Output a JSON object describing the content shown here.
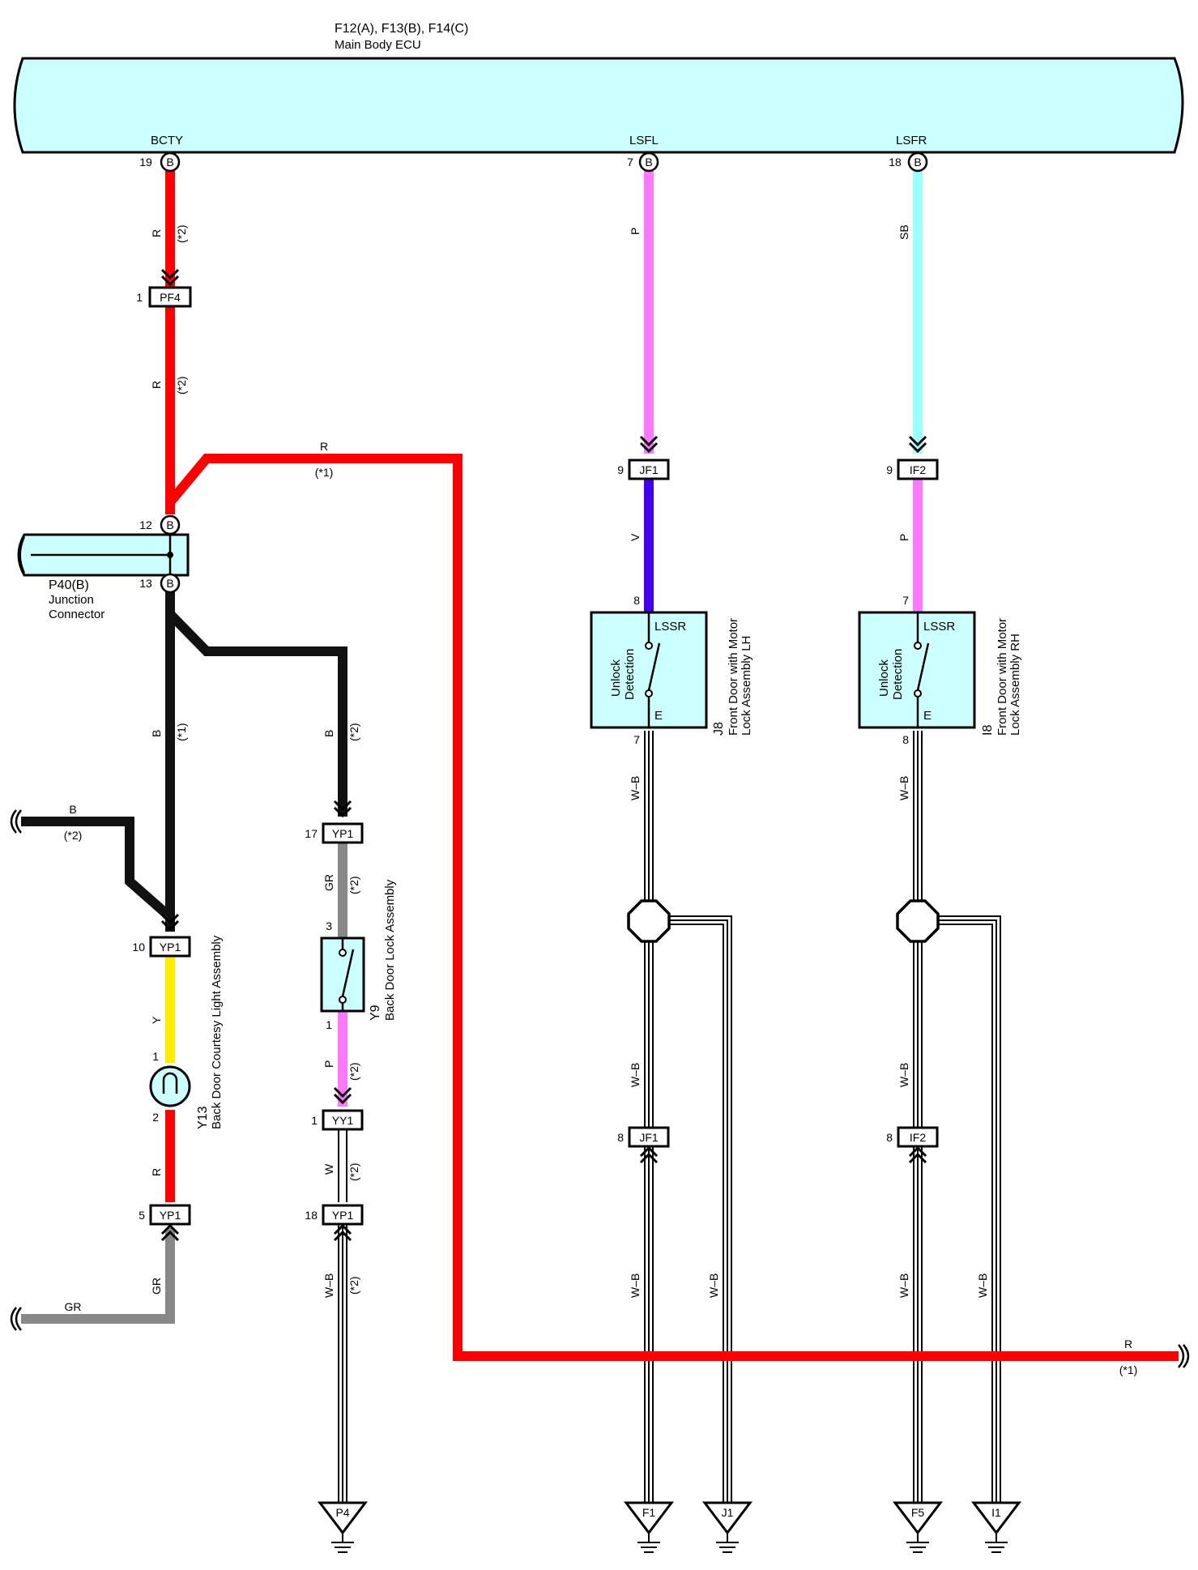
{
  "ecu": {
    "title": "F12(A), F13(B), F14(C)",
    "subtitle": "Main Body ECU",
    "pins": [
      {
        "name": "BCTY",
        "number": "19",
        "connector": "B"
      },
      {
        "name": "LSFL",
        "number": "7",
        "connector": "B"
      },
      {
        "name": "LSFR",
        "number": "18",
        "connector": "B"
      }
    ]
  },
  "junction": {
    "id": "P40(B)",
    "name_line1": "Junction",
    "name_line2": "Connector",
    "pin_top": "12",
    "pin_bottom": "13",
    "connector": "B"
  },
  "components": {
    "y13": {
      "id": "Y13",
      "name": "Back Door Courtesy Light Assembly",
      "pin_in": "1",
      "pin_out": "2"
    },
    "y9": {
      "id": "Y9",
      "name": "Back Door Lock Assembly",
      "pin_in": "3",
      "pin_out": "1"
    },
    "j8": {
      "id": "J8",
      "name_line1": "Front Door with Motor",
      "name_line2": "Lock Assembly LH",
      "switch": "LSSR",
      "ground_label": "E",
      "det1": "Unlock",
      "det2": "Detection",
      "pin_in": "8",
      "pin_out": "7"
    },
    "i8": {
      "id": "I8",
      "name_line1": "Front Door with Motor",
      "name_line2": "Lock Assembly RH",
      "switch": "LSSR",
      "ground_label": "E",
      "det1": "Unlock",
      "det2": "Detection",
      "pin_in": "7",
      "pin_out": "8"
    }
  },
  "connectors": {
    "pf4": {
      "label": "PF4",
      "pin": "1"
    },
    "yp1_17": {
      "label": "YP1",
      "pin": "17"
    },
    "yp1_10": {
      "label": "YP1",
      "pin": "10"
    },
    "yp1_5": {
      "label": "YP1",
      "pin": "5"
    },
    "yy1": {
      "label": "YY1",
      "pin": "1"
    },
    "yp1_18": {
      "label": "YP1",
      "pin": "18"
    },
    "jf1_9": {
      "label": "JF1",
      "pin": "9"
    },
    "if2_9": {
      "label": "IF2",
      "pin": "9"
    },
    "jf1_8": {
      "label": "JF1",
      "pin": "8"
    },
    "if2_8": {
      "label": "IF2",
      "pin": "8"
    }
  },
  "grounds": [
    "P4",
    "F1",
    "J1",
    "F5",
    "I1"
  ],
  "wires": {
    "R": "R",
    "B": "B",
    "P": "P",
    "SB": "SB",
    "V": "V",
    "Y": "Y",
    "GR": "GR",
    "W": "W",
    "WB": "W–B",
    "note1": "(*1)",
    "note2": "(*2)"
  },
  "colors": {
    "R": "#ff0000",
    "B": "#111111",
    "P": "#ff77ff",
    "SB": "#99ffff",
    "V": "#4400ee",
    "Y": "#ffee00",
    "GR": "#888888",
    "ecu_fill": "#ccffff"
  }
}
